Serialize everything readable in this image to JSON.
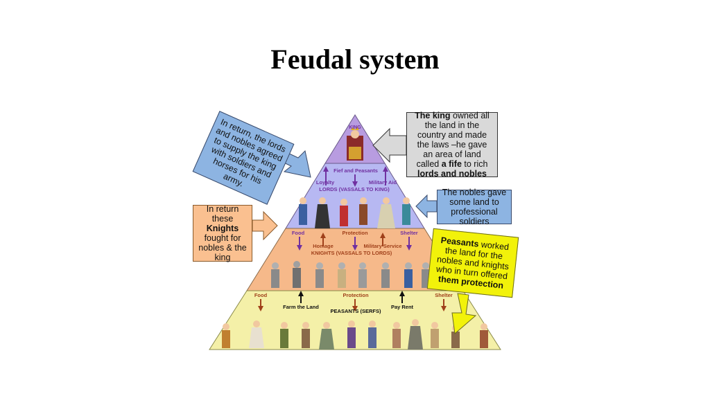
{
  "title": "Feudal system",
  "pyramid": {
    "king_label": "KING",
    "fief_label": "Fief and Peasants",
    "loyalty_label": "Loyalty",
    "military_aid_label": "Military Aid",
    "lords_label": "LORDS (VASSALS TO KING)",
    "food_label_1": "Food",
    "protection_label_1": "Protection",
    "shelter_label_1": "Shelter",
    "homage_label": "Homage",
    "military_service_label": "Military Service",
    "knights_label": "KNIGHTS (VASSALS TO LORDS)",
    "food_label_2": "Food",
    "protection_label_2": "Protection",
    "shelter_label_2": "Shelter",
    "farm_label": "Farm the Land",
    "peasants_label": "PEASANTS (SERFS)",
    "pay_rent_label": "Pay Rent"
  },
  "callouts": {
    "lords_agreed": "In return, the lords and nobles agreed to supply the king with soldiers and horses for his army.",
    "king_owned_bold_1": "The king",
    "king_owned_text_1": " owned all the land in the country and made the laws –he gave an area of land called ",
    "king_owned_bold_2": "a fife",
    "king_owned_text_2": " to rich ",
    "king_owned_bold_3": "lords and nobles",
    "knights_text_1": "In return these ",
    "knights_bold": "Knights",
    "knights_text_2": " fought for nobles & the king",
    "nobles_gave": "The nobles gave some land to professional soldiers",
    "peasants_bold_1": "Peasants",
    "peasants_text_1": " worked the land for the nobles and knights who in turn offered ",
    "peasants_bold_2": "them protection"
  },
  "colors": {
    "king_tier": "#b89ce0",
    "lords_tier": "#b7b8f2",
    "knights_tier": "#f6b98a",
    "peasants_tier": "#f4f0a8",
    "callout_blue": "#8db4e2",
    "callout_orange": "#fac090",
    "callout_gray": "#d9d9d9",
    "callout_yellow": "#f2f20a",
    "arrow_purple": "#7030a0",
    "arrow_brown": "#a0401a"
  }
}
